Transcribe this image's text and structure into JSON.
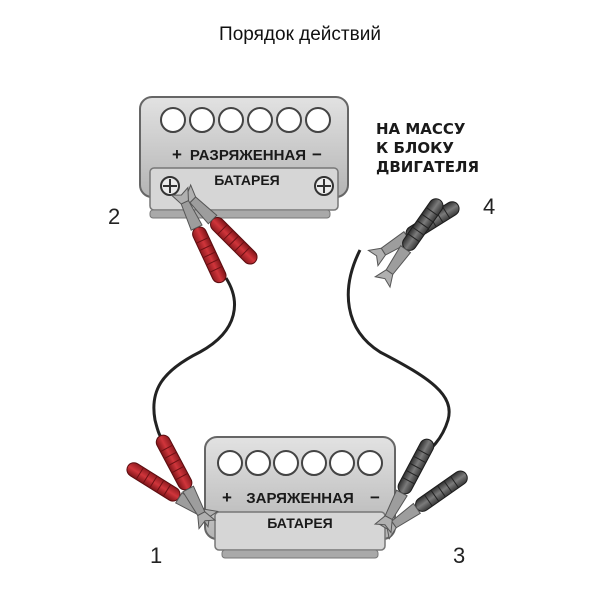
{
  "title": "Порядок действий",
  "batteries": {
    "discharged": {
      "plus": "+",
      "line1": "РАЗРЯЖЕННАЯ",
      "line2": "БАТАРЕЯ",
      "minus": "−"
    },
    "charged": {
      "plus": "+",
      "line1": "ЗАРЯЖЕННАЯ",
      "line2": "БАТАРЕЯ",
      "minus": "−"
    }
  },
  "ground_note": {
    "line1": "НА МАССУ",
    "line2": "К БЛОКУ",
    "line3": "ДВИГАТЕЛЯ"
  },
  "steps": {
    "s1": "1",
    "s2": "2",
    "s3": "3",
    "s4": "4"
  },
  "colors": {
    "red_clamp": "#b5242a",
    "black_clamp": "#4b4b4b",
    "battery": "#c9c9c9",
    "wire": "#222222"
  }
}
